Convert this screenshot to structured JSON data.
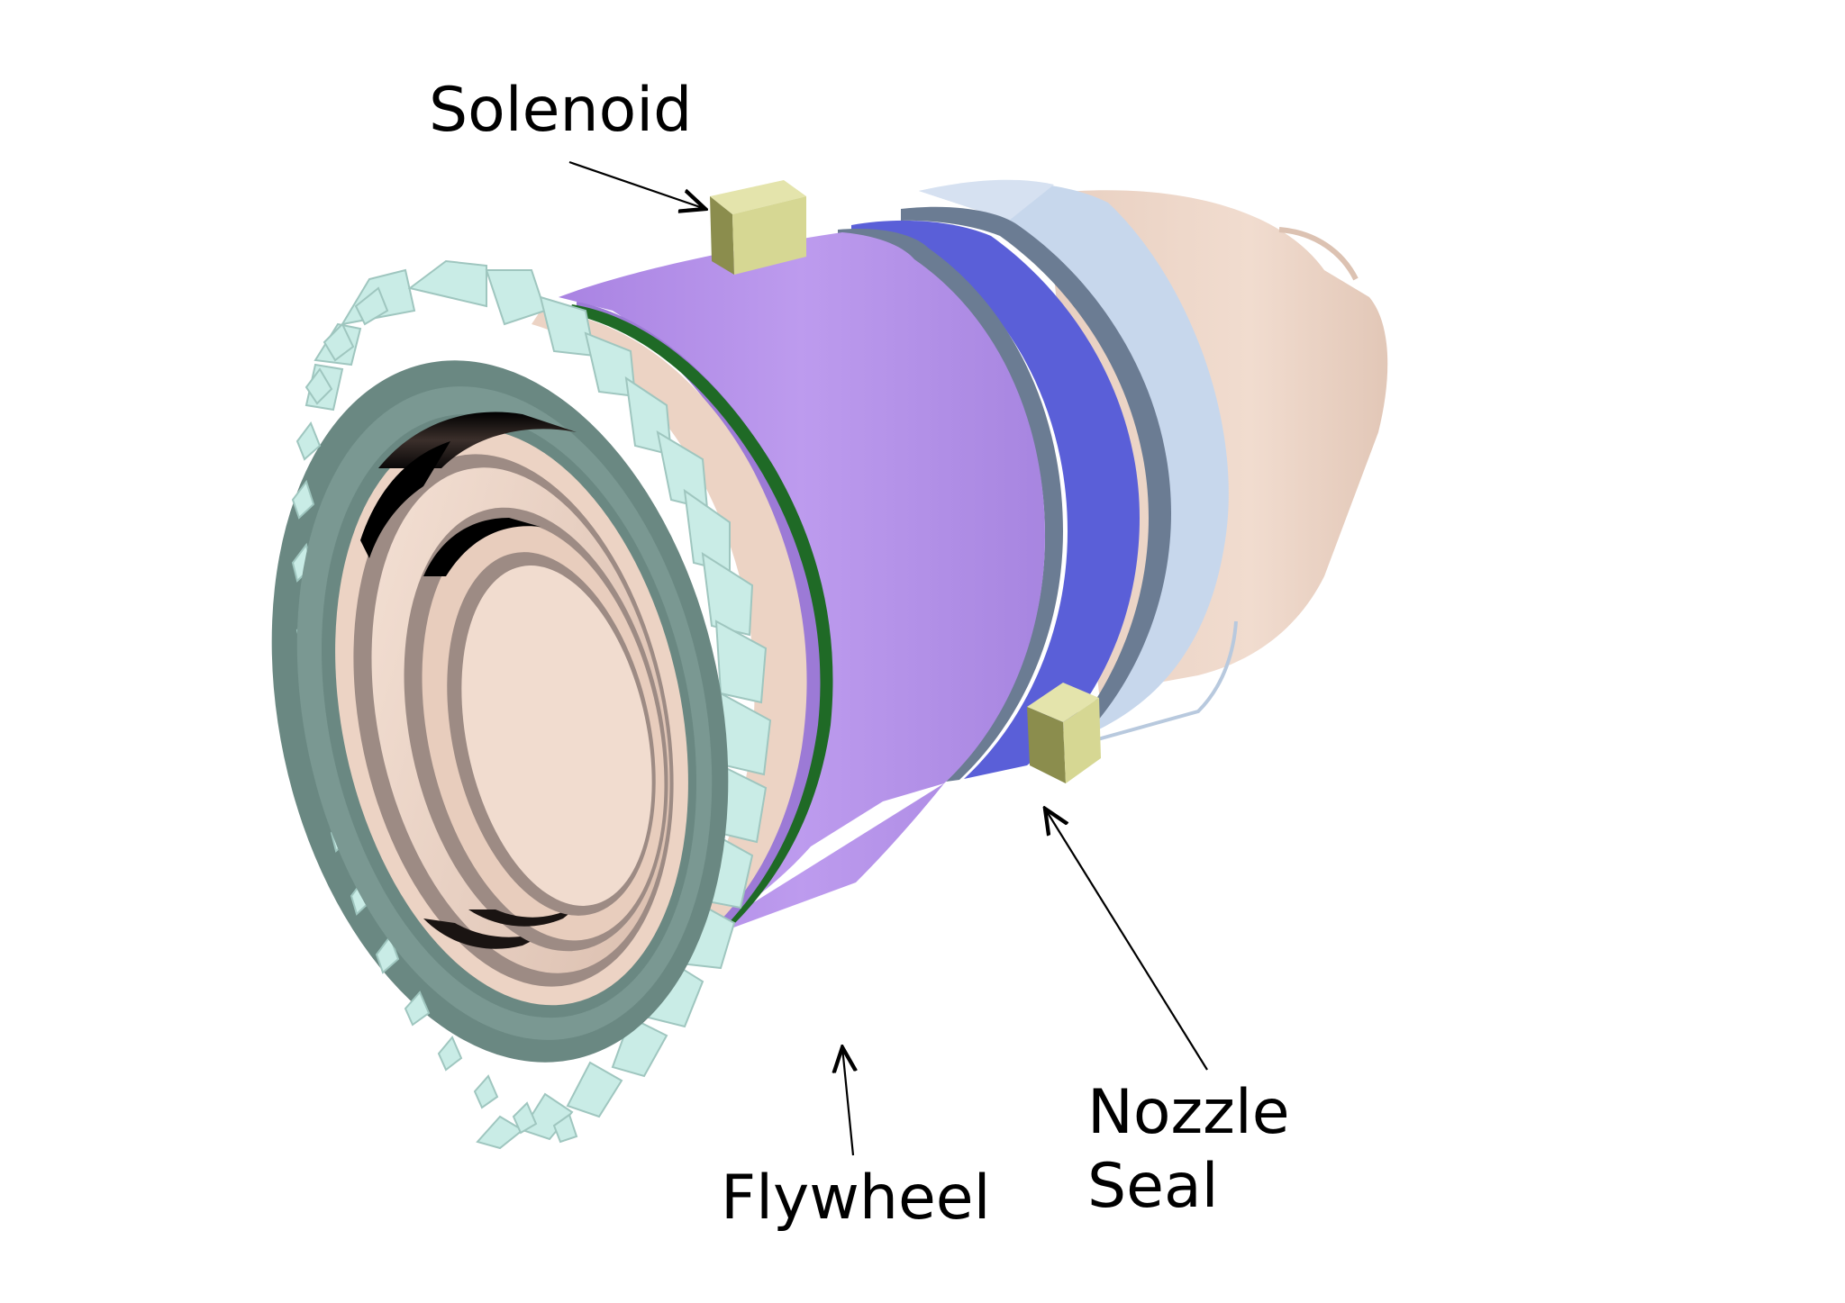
{
  "labels": {
    "solenoid": "Solenoid",
    "flywheel": "Flywheel",
    "nozzle_line1": "Nozzle",
    "nozzle_line2": "Seal"
  },
  "colors": {
    "background": "#ffffff",
    "rear_body": "#ecd6c9",
    "light_blue_band": "#c6d7ec",
    "blue_band": "#5a5fd8",
    "purple_band": "#b895e8",
    "green_ring": "#1f6a26",
    "flywheel_teeth": "#c9ece6",
    "flywheel_ring": "#6a8882",
    "inner_tube": "#ecd3c4",
    "inner_shadow": "#9d8b84",
    "solenoid_face": "#d6d793",
    "solenoid_side": "#8b8d4d",
    "arrow": "#000000"
  }
}
